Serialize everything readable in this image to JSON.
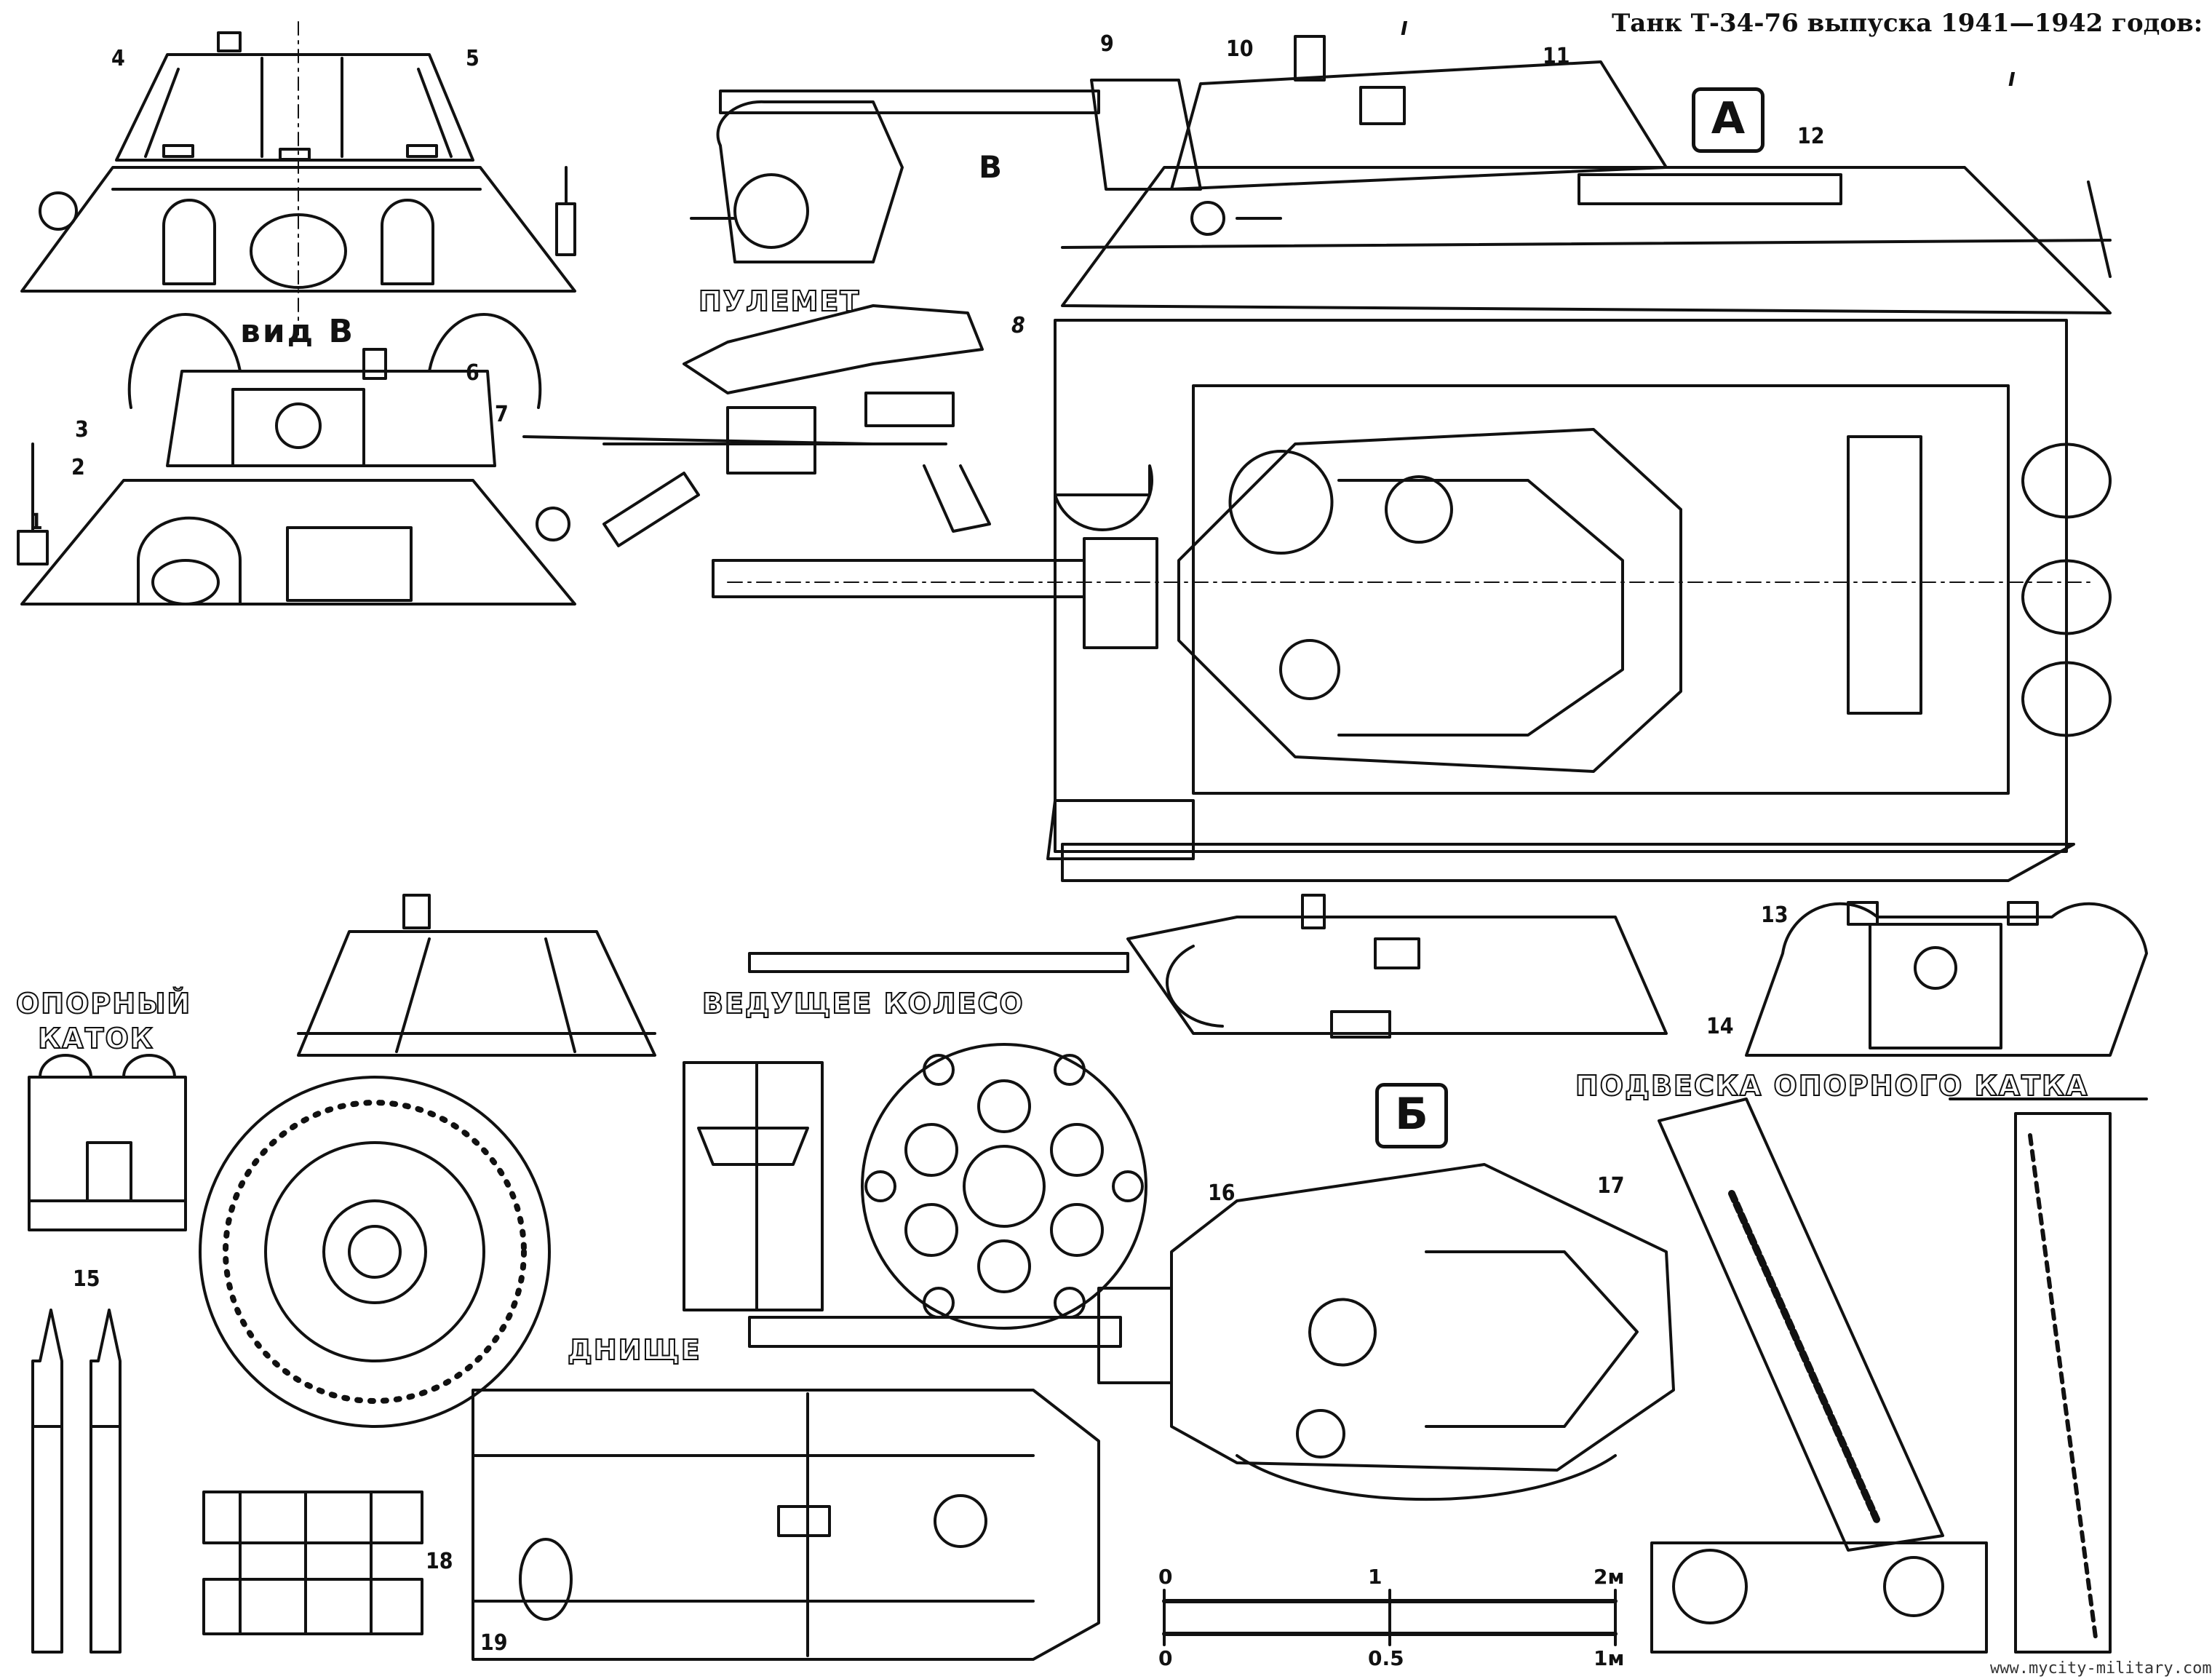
{
  "header": {
    "title": "Танк Т-34-76 выпуска 1941—1942 годов:"
  },
  "captions": {
    "view_b": "вид В",
    "machine_gun": "ПУЛЕМЕТ",
    "road_wheel": "ОПОРНЫЙ КАТОК",
    "drive_wheel": "ВЕДУЩЕЕ КОЛЕСО",
    "bottom": "ДНИЩЕ",
    "suspension": "ПОДВЕСКА ОПОРНОГО КАТКА"
  },
  "view_letters": {
    "a": "A",
    "b": "Б",
    "arrow_b": "В",
    "section_i": "I"
  },
  "callouts": [
    "1",
    "2",
    "3",
    "4",
    "5",
    "6",
    "7",
    "8",
    "9",
    "10",
    "11",
    "12",
    "13",
    "14",
    "15",
    "16",
    "17",
    "18",
    "19"
  ],
  "scale_bar": {
    "labels_top": [
      "0",
      "1",
      "2м"
    ],
    "labels_bottom": [
      "0",
      "0.5",
      "1м"
    ]
  },
  "watermark": "www.mycity-military.com",
  "colors": {
    "ink": "#111111",
    "paper": "#ffffff"
  }
}
